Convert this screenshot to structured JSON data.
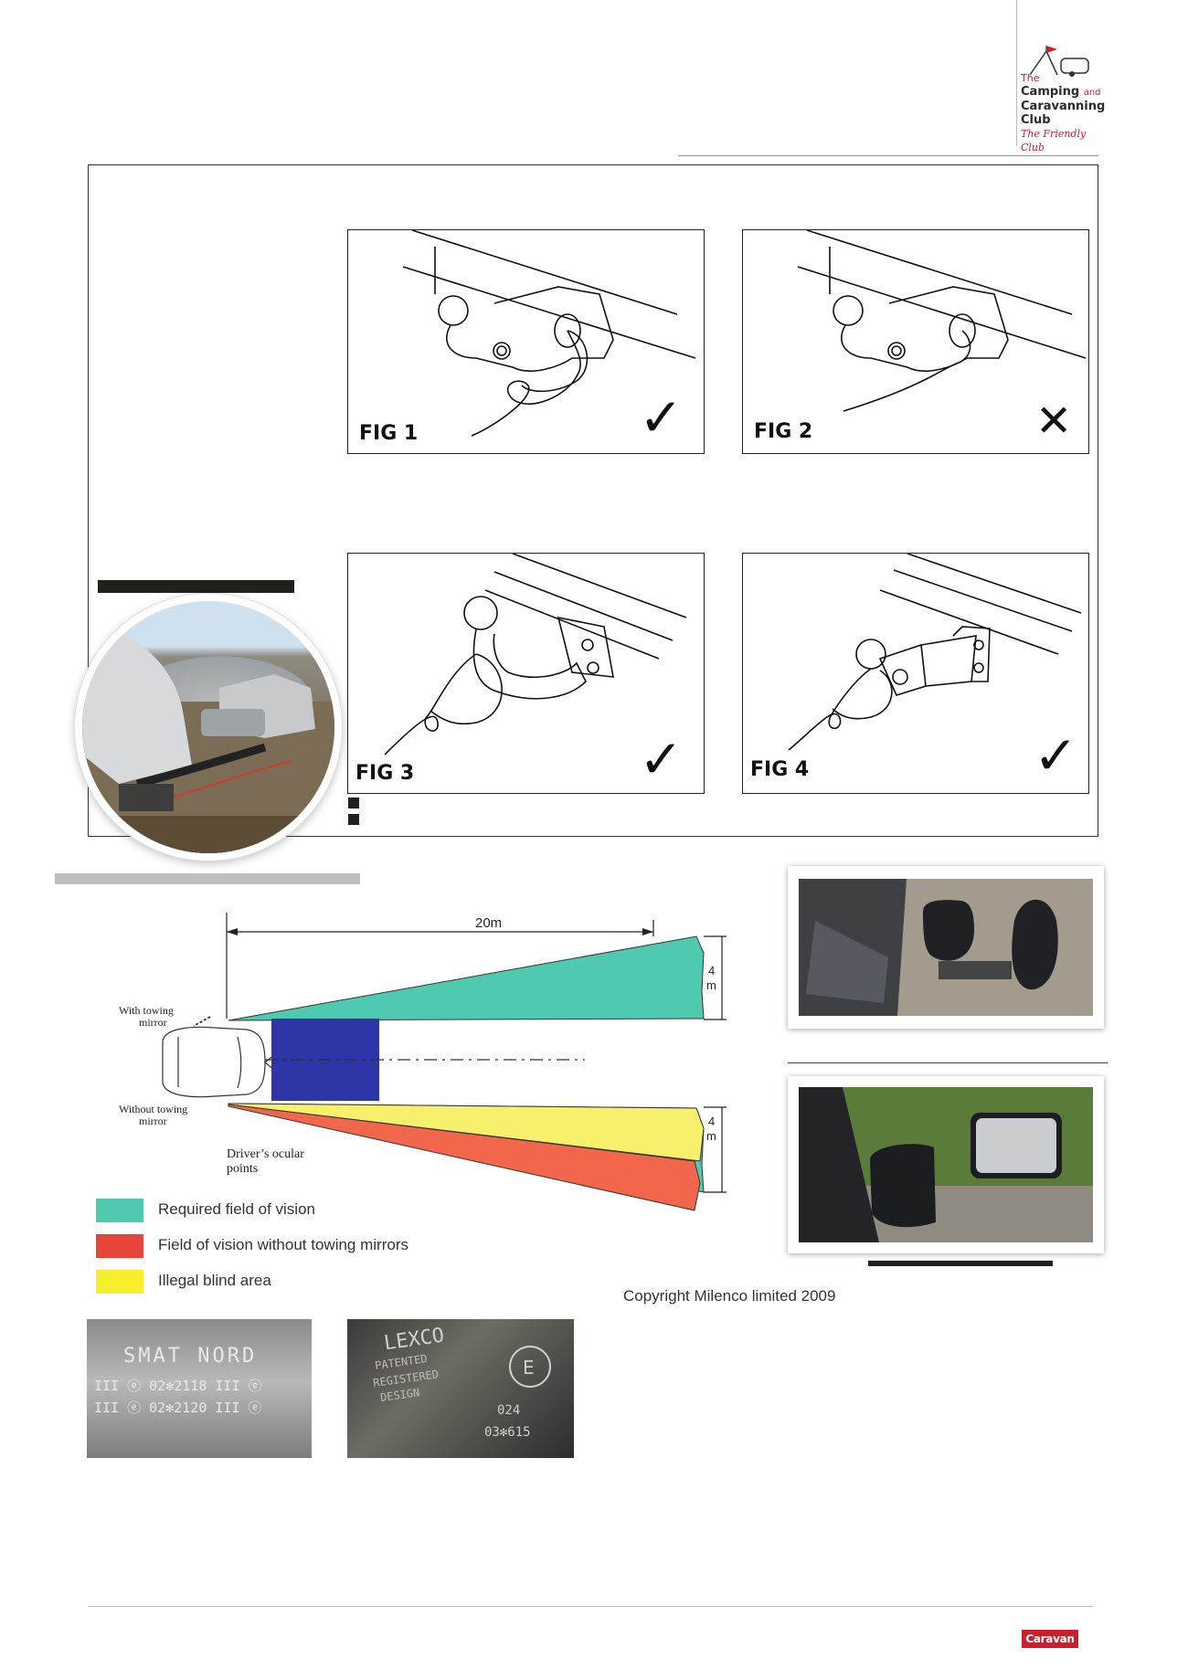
{
  "logo": {
    "line1": "The",
    "line2": "Camping",
    "and": "and",
    "line3": "Caravanning",
    "line4": "Club",
    "tagline": "The Friendly Club"
  },
  "figures": [
    {
      "label": "FIG 1",
      "mark": "✓"
    },
    {
      "label": "FIG 2",
      "mark": "✕"
    },
    {
      "label": "FIG 3",
      "mark": "✓"
    },
    {
      "label": "FIG 4",
      "mark": "✓"
    }
  ],
  "diagram": {
    "distance_label": "20m",
    "width_top_label": "4\nm",
    "width_bottom_label": "4\nm",
    "with_mirror_label": "With towing mirror",
    "without_mirror_label": "Without towing mirror",
    "ocular_label": "Driver's ocular points",
    "colors": {
      "required": "#4fc9b0",
      "without": "#f2664b",
      "illegal": "#f7f06c",
      "caravan": "#2e35a6"
    }
  },
  "legend": [
    {
      "swatch_color": "#4fc9b0",
      "text": "Required field of vision"
    },
    {
      "swatch_color": "#e8453a",
      "text": "Field of vision without towing mirrors"
    },
    {
      "swatch_color": "#f7ef2d",
      "text": "Illegal blind area"
    }
  ],
  "copyright": "Copyright Milenco limited 2009",
  "plate1": {
    "brand": "SMAT NORD",
    "row1": "III ⓔ 02✻2118   III ⓔ",
    "row2": "III ⓔ 02✻2120   III ⓔ"
  },
  "plate2": {
    "brand": "LEXCO",
    "line1": "PATENTED",
    "line2": "REGISTERED",
    "line3": "DESIGN",
    "code1": "024",
    "code2": "03✻615"
  },
  "footer": {
    "badge": "Caravan"
  }
}
